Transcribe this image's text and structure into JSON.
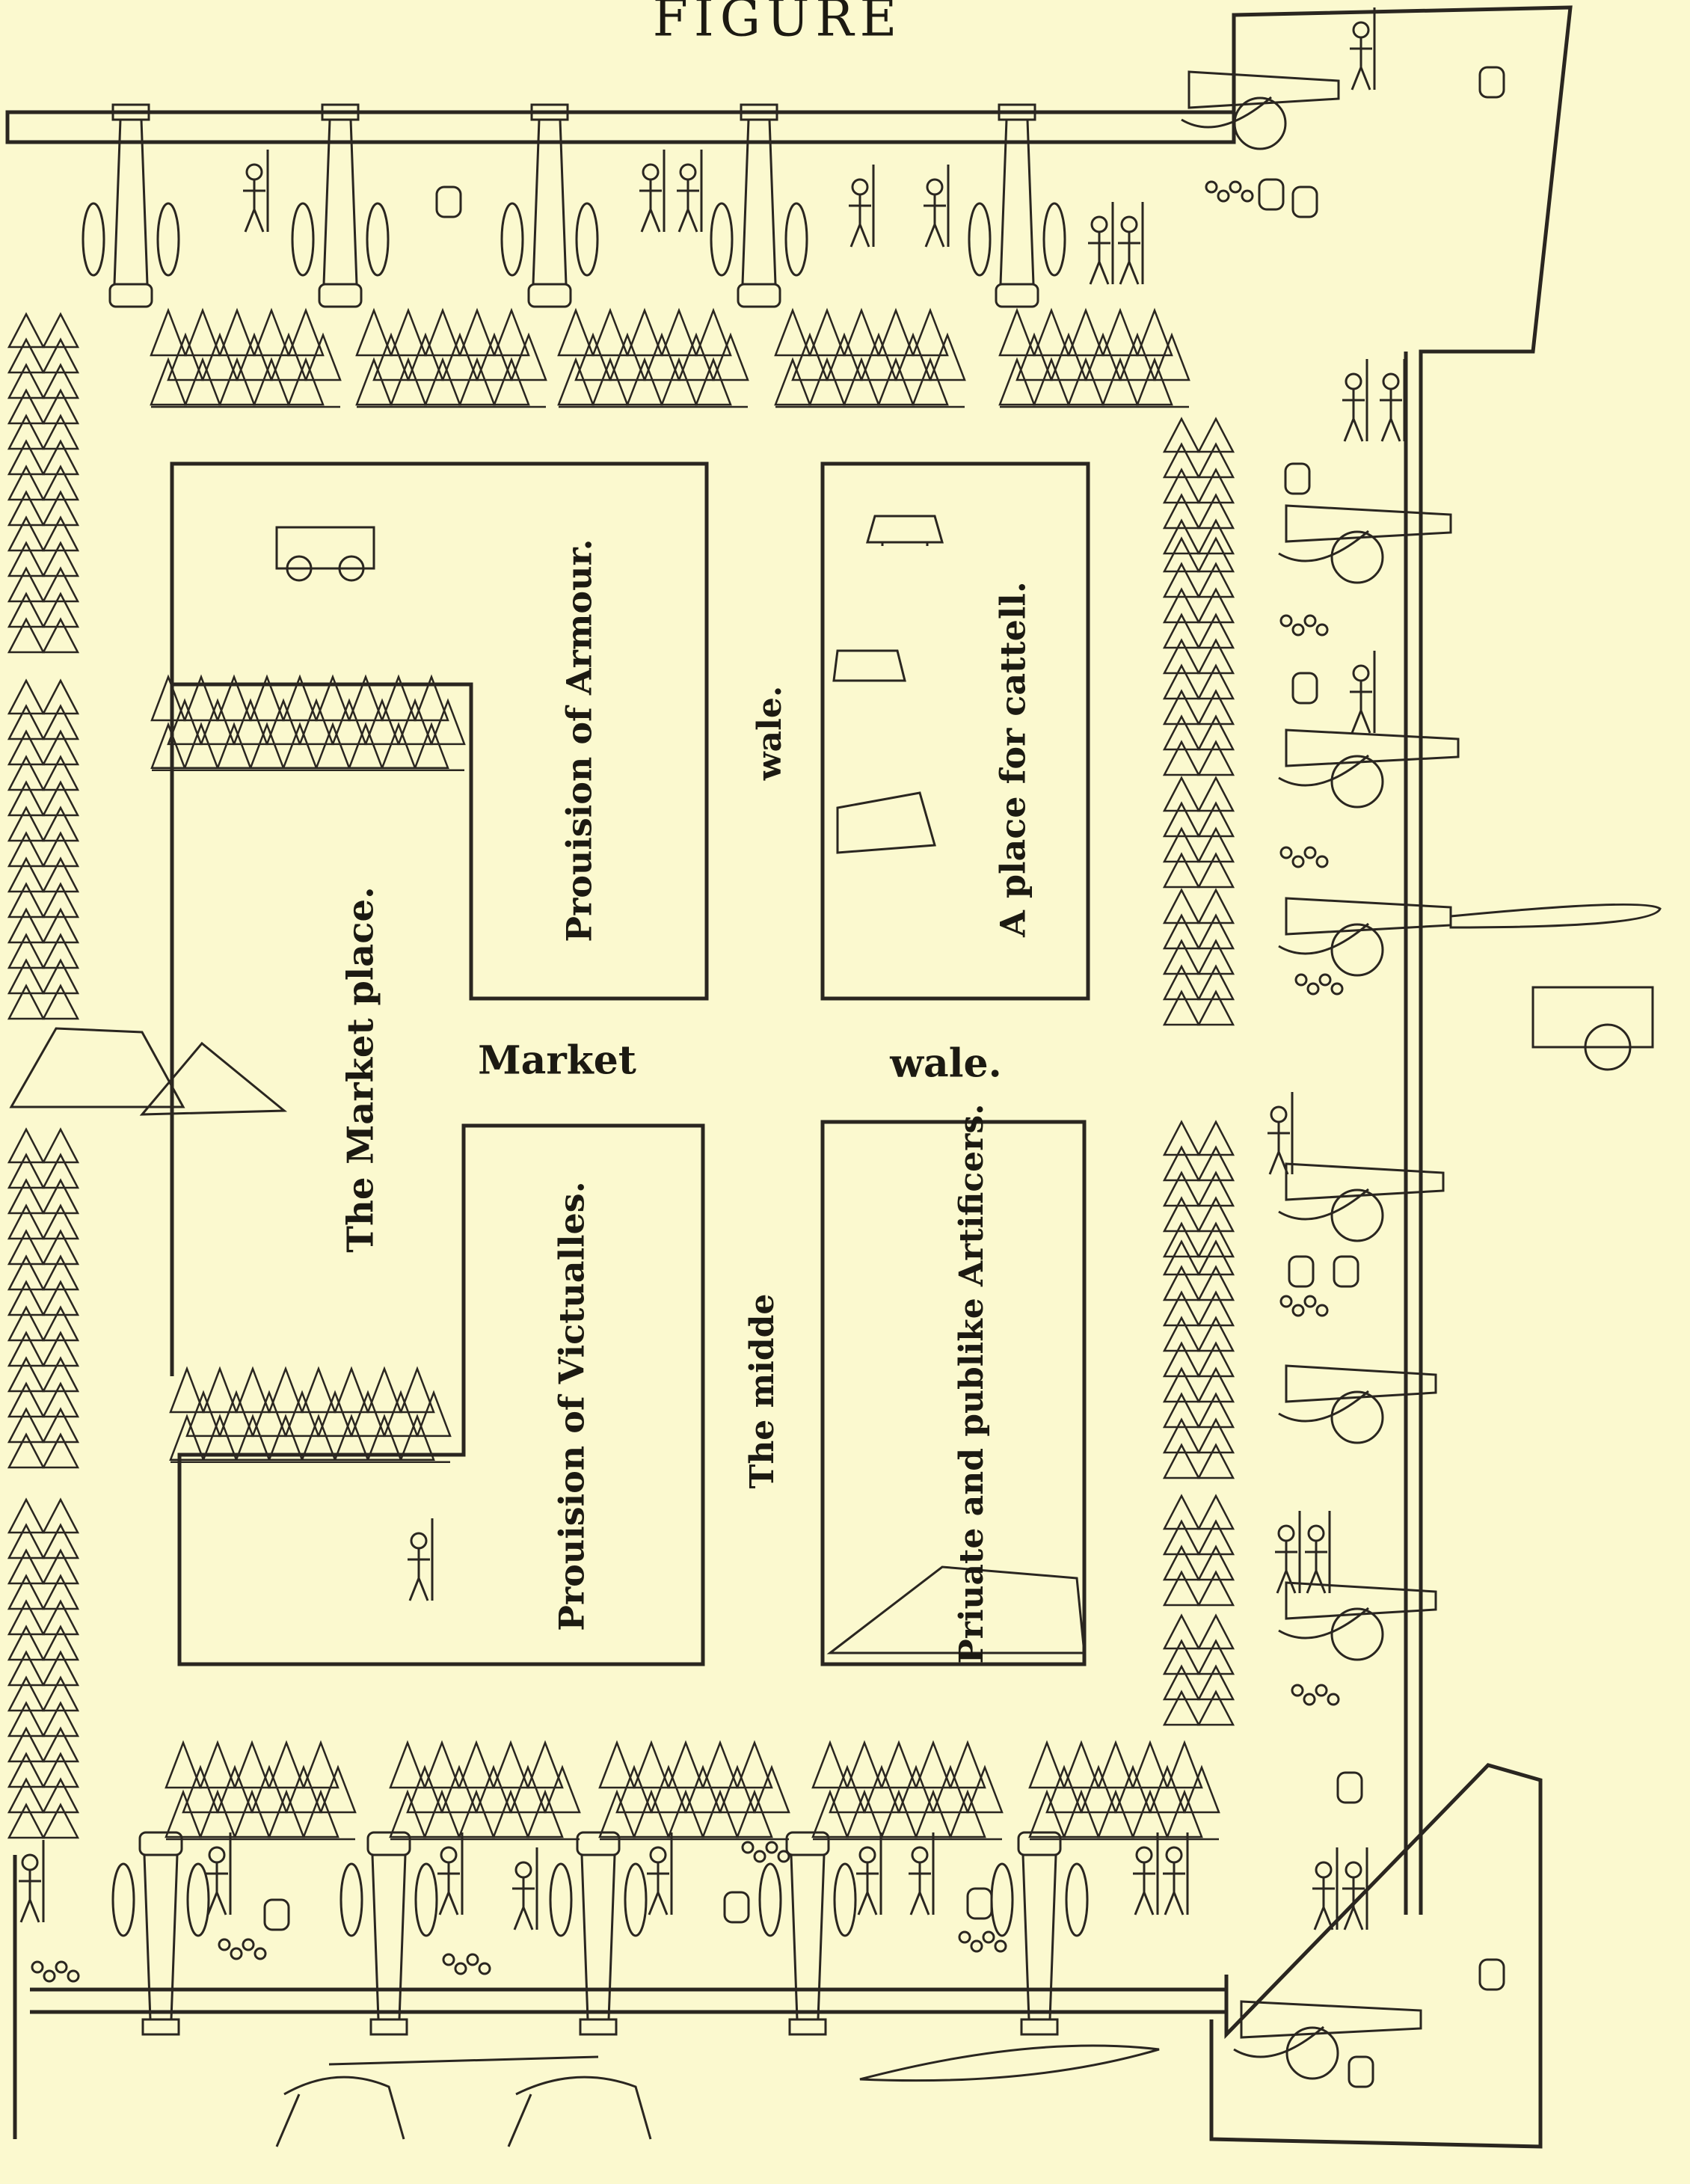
{
  "page": {
    "title": "FIGURE",
    "ink_color": "#2a2620",
    "paper_color": "#fbf9cf"
  },
  "plan": {
    "labels": {
      "armour": "Prouision of Armour.",
      "cattell": "A place for cattell.",
      "market_place": "The Market place.",
      "market_word": "Market",
      "wale_upper": "wale.",
      "wale_right": "wale.",
      "victualles": "Prouision of Victualles.",
      "midde": "The midde",
      "artificers": "Priuate and publike Artificers."
    },
    "icons": [
      "cannon-icon",
      "soldier-icon",
      "tree-row-icon",
      "tent-icon",
      "cattle-icon",
      "barrel-icon",
      "cannonball-icon",
      "wagon-icon",
      "horseman-icon"
    ]
  }
}
